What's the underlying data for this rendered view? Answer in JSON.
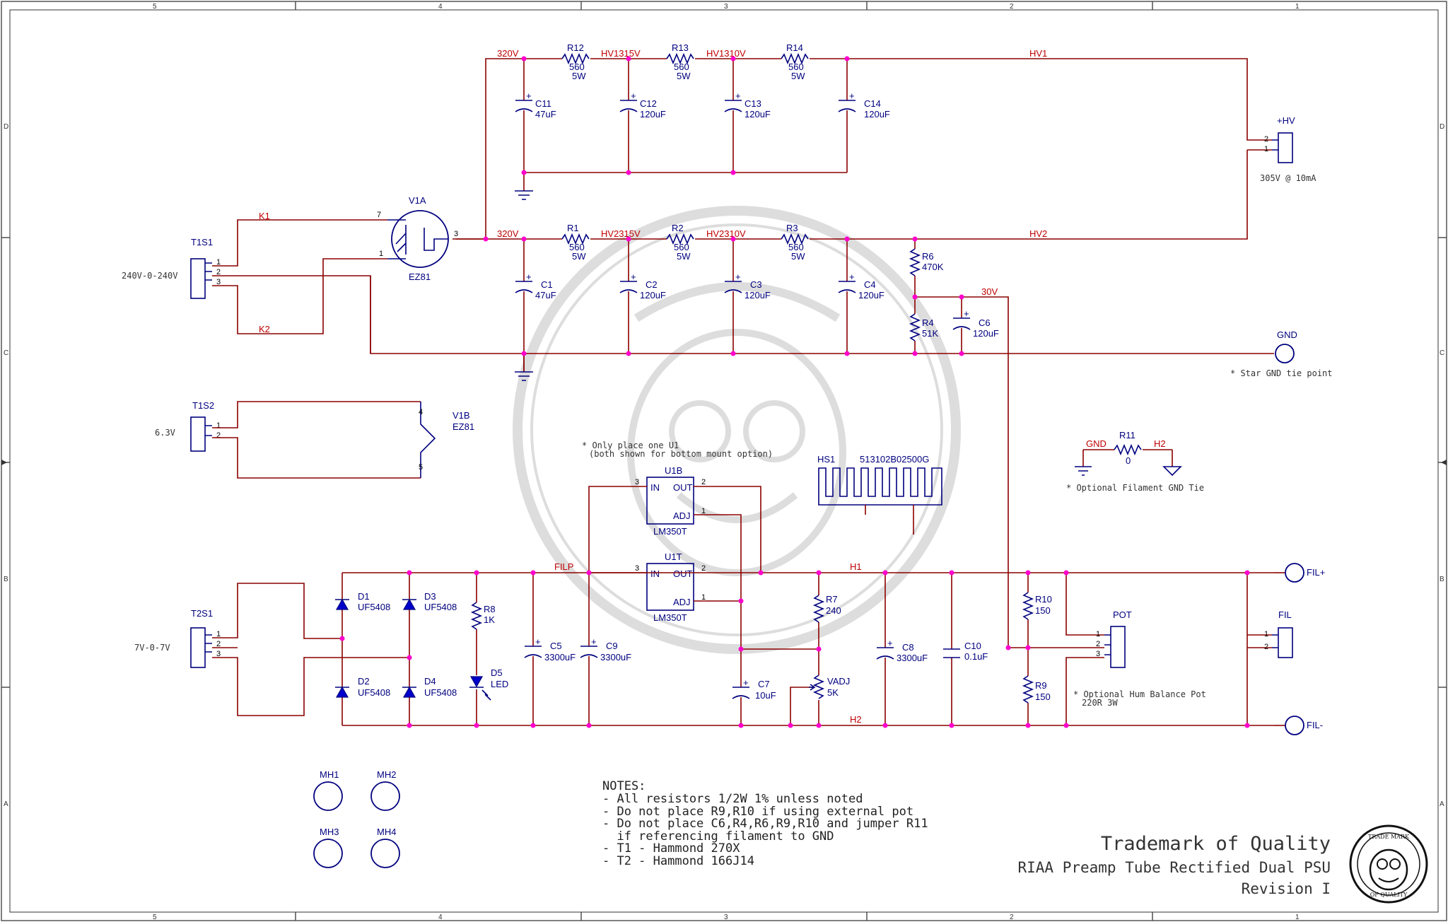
{
  "frame": {
    "columns": [
      "5",
      "4",
      "3",
      "2",
      "1"
    ],
    "rows": [
      "D",
      "C",
      "B",
      "A"
    ]
  },
  "transformers": [
    {
      "ref": "T1S1",
      "note": "240V-0-240V"
    },
    {
      "ref": "T1S2",
      "note": "6.3V"
    },
    {
      "ref": "T2S1",
      "note": "7V-0-7V"
    }
  ],
  "tube": {
    "ref_a": "V1A",
    "ref_b": "V1B",
    "value": "EZ81"
  },
  "nets": {
    "k1": "K1",
    "k2": "K2",
    "v320_top": "320V",
    "v320_bot": "320V",
    "hv1315": "HV1315V",
    "hv1310": "HV1310V",
    "hv2315": "HV2315V",
    "hv2310": "HV2310V",
    "hv1": "HV1",
    "hv2": "HV2",
    "v30": "30V",
    "filp": "FILP",
    "h1": "H1",
    "h2_bottom": "H2",
    "gnd_tie": "GND",
    "h2_tie": "H2"
  },
  "resistors": [
    {
      "ref": "R12",
      "value": "560",
      "rating": "5W"
    },
    {
      "ref": "R13",
      "value": "560",
      "rating": "5W"
    },
    {
      "ref": "R14",
      "value": "560",
      "rating": "5W"
    },
    {
      "ref": "R1",
      "value": "560",
      "rating": "5W"
    },
    {
      "ref": "R2",
      "value": "560",
      "rating": "5W"
    },
    {
      "ref": "R3",
      "value": "560",
      "rating": "5W"
    },
    {
      "ref": "R6",
      "value": "470K"
    },
    {
      "ref": "R4",
      "value": "51K"
    },
    {
      "ref": "R8",
      "value": "1K"
    },
    {
      "ref": "R7",
      "value": "240"
    },
    {
      "ref": "R10",
      "value": "150"
    },
    {
      "ref": "R9",
      "value": "150"
    },
    {
      "ref": "R11",
      "value": "0"
    }
  ],
  "capacitors": [
    {
      "ref": "C11",
      "value": "47uF"
    },
    {
      "ref": "C12",
      "value": "120uF"
    },
    {
      "ref": "C13",
      "value": "120uF"
    },
    {
      "ref": "C14",
      "value": "120uF"
    },
    {
      "ref": "C1",
      "value": "47uF"
    },
    {
      "ref": "C2",
      "value": "120uF"
    },
    {
      "ref": "C3",
      "value": "120uF"
    },
    {
      "ref": "C4",
      "value": "120uF"
    },
    {
      "ref": "C6",
      "value": "120uF"
    },
    {
      "ref": "C5",
      "value": "3300uF"
    },
    {
      "ref": "C9",
      "value": "3300uF"
    },
    {
      "ref": "C7",
      "value": "10uF"
    },
    {
      "ref": "C8",
      "value": "3300uF"
    },
    {
      "ref": "C10",
      "value": "0.1uF"
    }
  ],
  "diodes": [
    {
      "ref": "D1",
      "value": "UF5408"
    },
    {
      "ref": "D3",
      "value": "UF5408"
    },
    {
      "ref": "D2",
      "value": "UF5408"
    },
    {
      "ref": "D4",
      "value": "UF5408"
    },
    {
      "ref": "D5",
      "value": "LED"
    }
  ],
  "regulators": [
    {
      "ref": "U1B",
      "value": "LM350T",
      "pin_in": "IN",
      "pin_out": "OUT",
      "pin_adj": "ADJ"
    },
    {
      "ref": "U1T",
      "value": "LM350T",
      "pin_in": "IN",
      "pin_out": "OUT",
      "pin_adj": "ADJ"
    }
  ],
  "pot": {
    "ref": "VADJ",
    "value": "5K"
  },
  "heatsink": {
    "ref": "HS1",
    "value": "513102B02500G"
  },
  "connectors": {
    "hv": {
      "ref": "+HV",
      "note": "305V @ 10mA"
    },
    "gnd": {
      "ref": "GND",
      "note": "* Star GND tie point"
    },
    "fil_plus": {
      "ref": "FIL+"
    },
    "fil_minus": {
      "ref": "FIL-"
    },
    "fil": {
      "ref": "FIL"
    },
    "pot": {
      "ref": "POT",
      "note_1": "* Optional Hum Balance Pot",
      "note_2": "220R 3W"
    }
  },
  "annotations": {
    "u1_note_1": "* Only place one U1",
    "u1_note_2": "(both shown for bottom mount option)",
    "filament_tie": "* Optional Filament GND Tie"
  },
  "mounting_holes": [
    "MH1",
    "MH2",
    "MH3",
    "MH4"
  ],
  "notes": [
    "NOTES:",
    "- All resistors 1/2W 1% unless noted",
    "- Do not place R9,R10 if using external pot",
    "- Do not place C6,R4,R6,R9,R10 and jumper R11",
    "  if referencing filament to GND",
    "- T1 - Hammond 270X",
    "- T2 - Hammond 166J14"
  ],
  "title_block": {
    "company": "Trademark of Quality",
    "title": "RIAA Preamp Tube Rectified Dual PSU",
    "revision": "Revision I",
    "logo_text": "TRADE MARK OF QUALITY"
  },
  "colors": {
    "wire": "#8b0000",
    "component": "#00007f",
    "net_label": "#c00000",
    "junction": "#ff00cc"
  }
}
